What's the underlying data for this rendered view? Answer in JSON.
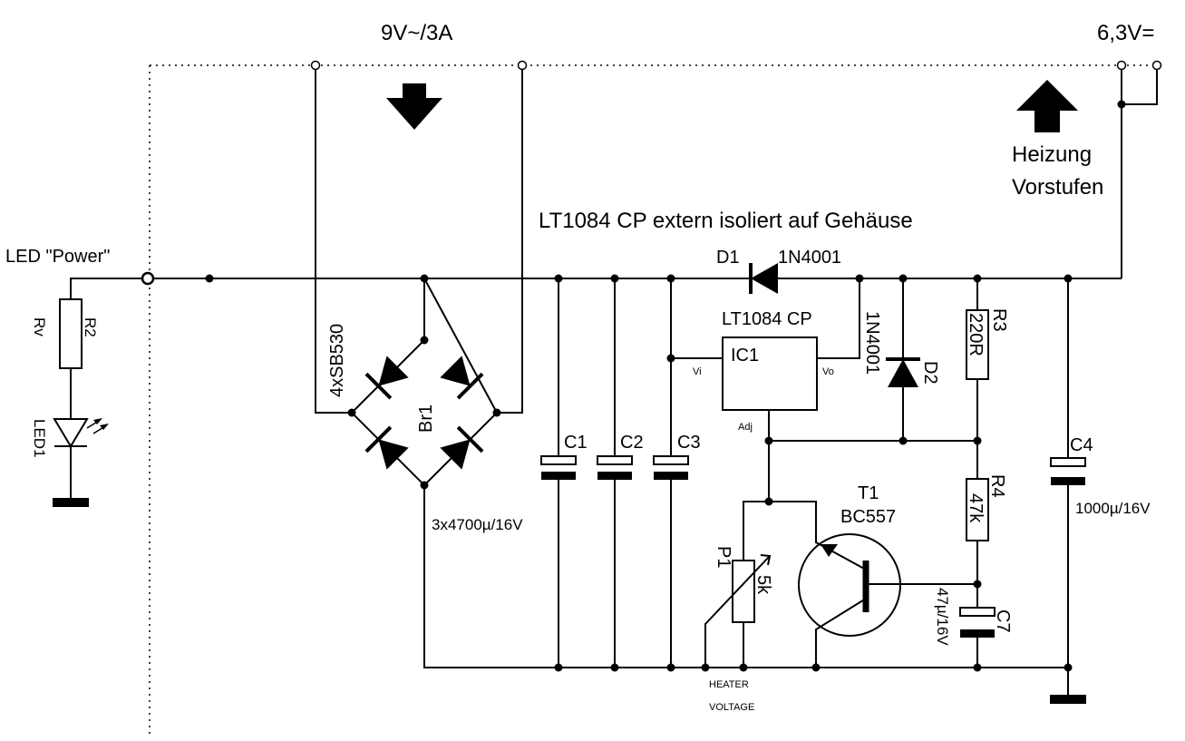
{
  "labels": {
    "ac_input": "9V~/3A",
    "dc_output": "6,3V=",
    "heater_line1": "Heizung",
    "heater_line2": "Vorstufen",
    "regulator_note": "LT1084 CP extern isoliert auf Gehäuse",
    "led_power": "LED \"Power\"",
    "rv": "Rv",
    "r2": "R2",
    "led1": "LED1",
    "bridge_part": "4xSB530",
    "bridge_ref": "Br1",
    "d1": "D1",
    "d1_part": "1N4001",
    "ic_part": "LT1084 CP",
    "ic_ref": "IC1",
    "vi": "Vi",
    "vo": "Vo",
    "adj": "Adj",
    "d2_part": "1N4001",
    "d2": "D2",
    "r3": "R3",
    "r3_val": "220R",
    "c1": "C1",
    "c2": "C2",
    "c3": "C3",
    "c4": "C4",
    "cap_main": "3x4700µ/16V",
    "c4_val": "1000µ/16V",
    "t1": "T1",
    "t1_part": "BC557",
    "r4": "R4",
    "r4_val": "47k",
    "p1": "P1",
    "p1_val": "5k",
    "c7": "C7",
    "c7_val": "47µ/16V",
    "heater_voltage_1": "HEATER",
    "heater_voltage_2": "VOLTAGE"
  }
}
